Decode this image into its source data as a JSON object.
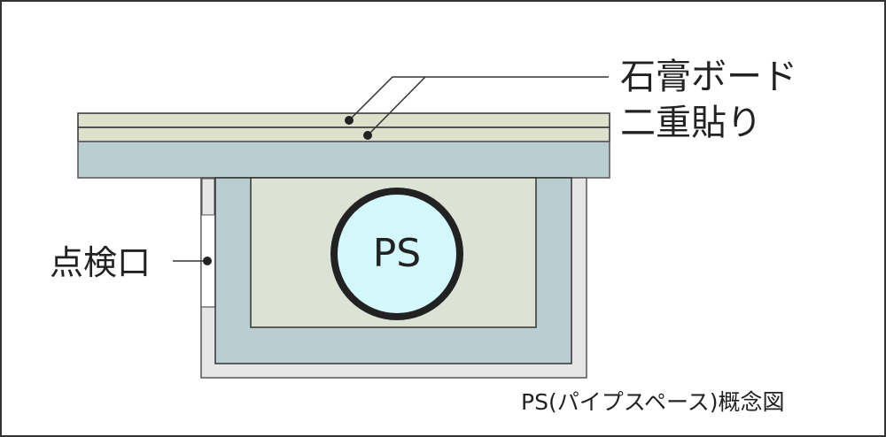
{
  "labels": {
    "gypsum_board_line1": "石膏ボード",
    "gypsum_board_line2": "二重貼り",
    "inspection_port": "点検口",
    "ps": "PS",
    "caption": "PS(パイプスペース)概念図"
  },
  "colors": {
    "board": "#dde0cc",
    "slab": "#bacdd1",
    "inner_space": "#dce3d5",
    "pipe_fill": "#d4f7fb",
    "outer_frame": "#e6e6e6",
    "line": "#333333"
  }
}
